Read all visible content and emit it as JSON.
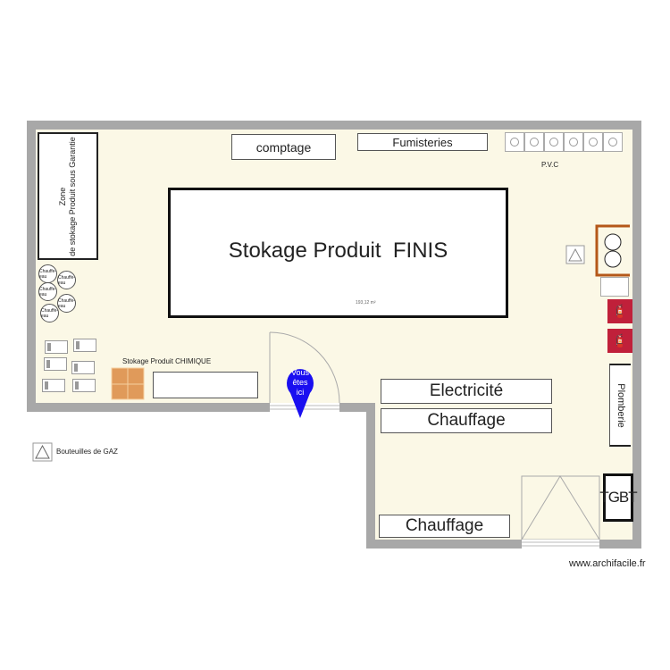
{
  "colors": {
    "wall": "#a8a8a8",
    "floor": "#fbf8e6",
    "pin": "#1a0ff0",
    "fire": "#c0203a",
    "wood": "#b5581a"
  },
  "rooms": {
    "zone_garantie": [
      "Zone",
      "de stokage Produit sous Garantie"
    ],
    "comptage": "comptage",
    "fumisteries": "Fumisteries",
    "pvc": "P.V.C",
    "main_title": "Stokage Produit  FINIS",
    "main_area": "193,12 m²",
    "chimique": "Stokage Produit CHIMIQUE",
    "electricite": "Electricité",
    "chauffage_1": "Chauffage",
    "chauffage_2": "Chauffage",
    "plomberie": "Plomberie",
    "tgbt": "TGBT",
    "chauffe_eau": "Chauffe-eau"
  },
  "pin": {
    "label": [
      "Vous",
      "êtes",
      "ici"
    ]
  },
  "legend": {
    "gas": "Bouteuilles de GAZ",
    "icon": "triangle-icon"
  },
  "watermark": "www.archifacile.fr"
}
